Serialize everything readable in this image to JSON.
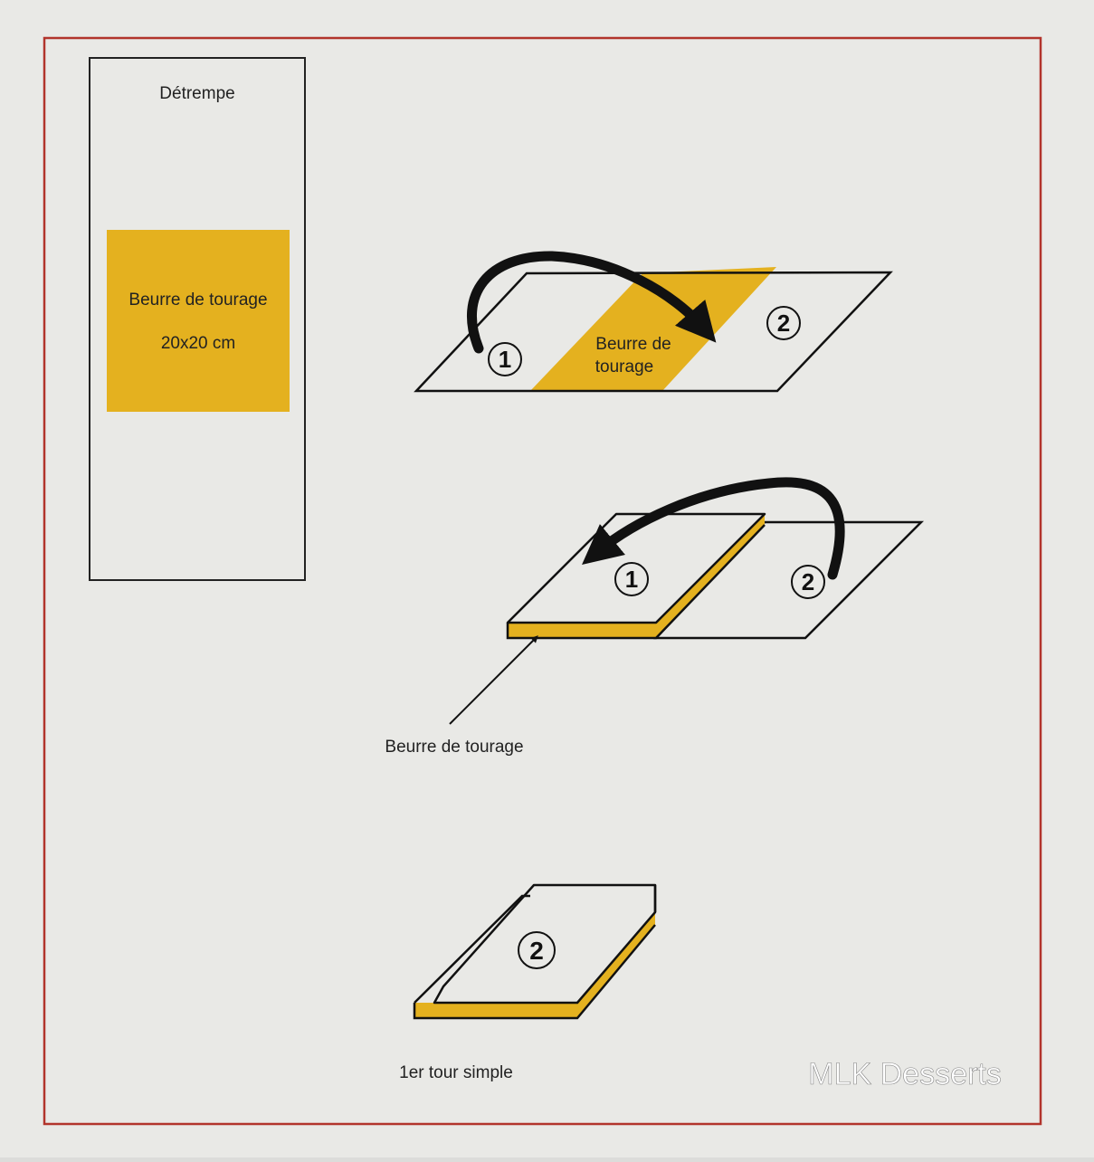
{
  "colors": {
    "background": "#dcdcda",
    "paper": "#e9e9e6",
    "frame": "#b2342c",
    "butter": "#e4b11f",
    "ink": "#111111",
    "watermark": "#ffffff"
  },
  "panel": {
    "title": "Détrempe",
    "butter_label": "Beurre de tourage",
    "butter_size": "20x20 cm"
  },
  "step1": {
    "butter_line1": "Beurre de",
    "butter_line2": "tourage",
    "marker_1": "1",
    "marker_2": "2"
  },
  "step2": {
    "marker_1": "1",
    "marker_2": "2",
    "callout_label": "Beurre de tourage"
  },
  "step3": {
    "marker_2": "2",
    "caption": "1er tour simple"
  },
  "watermark": {
    "text": "MLK Desserts"
  }
}
